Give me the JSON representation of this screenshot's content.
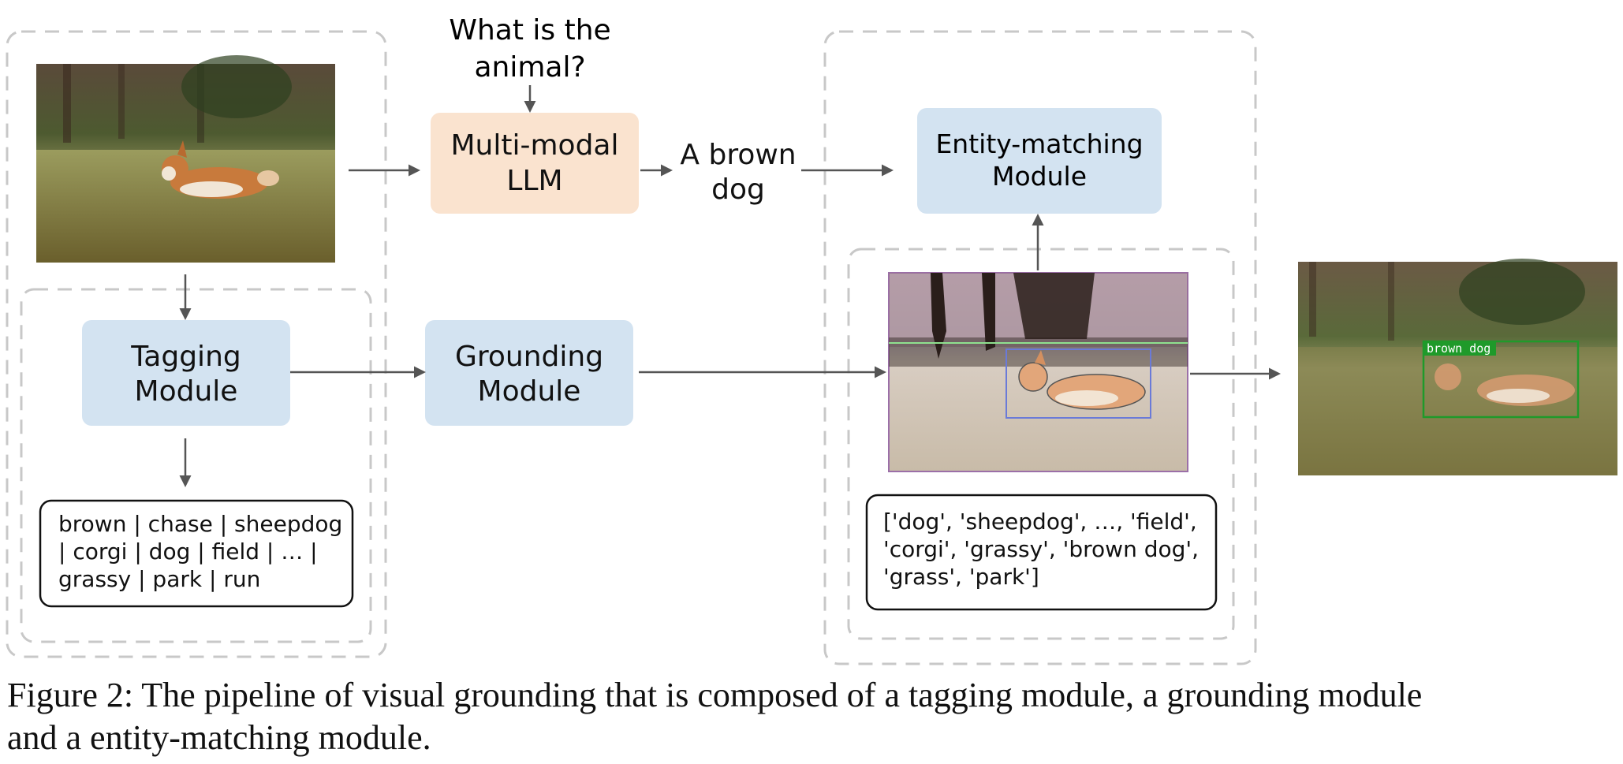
{
  "question": {
    "line1": "What is the",
    "line2": "animal?"
  },
  "llm_box": {
    "line1": "Multi-modal",
    "line2": "LLM"
  },
  "llm_output": {
    "line1": "A brown",
    "line2": "dog"
  },
  "entity_box": {
    "line1": "Entity-matching",
    "line2": "Module"
  },
  "tagging_box": {
    "line1": "Tagging",
    "line2": "Module"
  },
  "grounding_box": {
    "line1": "Grounding",
    "line2": "Module"
  },
  "tags": {
    "line1": "brown | chase | sheepdog",
    "line2": "| corgi | dog | field | … |",
    "line3": "grassy | park | run"
  },
  "entities": {
    "line1": "['dog', 'sheepdog', …, 'field',",
    "line2": "'corgi', 'grassy', 'brown dog',",
    "line3": "'grass', 'park']"
  },
  "bbox_label": "brown dog",
  "caption": {
    "line1": "Figure 2: The pipeline of visual grounding that is composed of a tagging module, a grounding module",
    "line2": "and a entity-matching module."
  },
  "colors": {
    "llm_box": "#fae3cf",
    "module_box": "#d3e3f1",
    "arrow": "#555555",
    "dashed": "#c8c8c8"
  }
}
